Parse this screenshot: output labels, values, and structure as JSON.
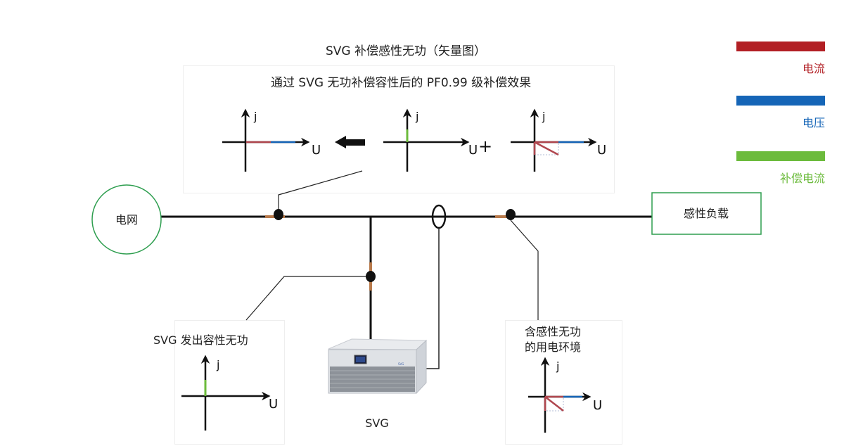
{
  "title": "SVG 补偿感性无功（矢量图）",
  "top_panel": {
    "caption": "通过 SVG 无功补偿容性后的 PF0.99 级补偿效果",
    "plus_sign": "+"
  },
  "axis_labels": {
    "imag": "j",
    "real": "U"
  },
  "legend": {
    "items": [
      {
        "label": "电流",
        "color": "#b21f24"
      },
      {
        "label": "电压",
        "color": "#1565b7"
      },
      {
        "label": "补偿电流",
        "color": "#6cbb3c"
      }
    ]
  },
  "nodes": {
    "grid": "电网",
    "load": "感性负载",
    "svg_device": "SVG"
  },
  "callouts": {
    "svg_output": "SVG 发出容性无功",
    "inductive_env_line1": "含感性无功",
    "inductive_env_line2": "的用电环境"
  },
  "colors": {
    "current": "#b21f24",
    "voltage": "#1565b7",
    "compensation": "#6cbb3c",
    "node_border": "#2e9e4f",
    "ct_tap": "#b87a4b",
    "vector_current_dark": "#b0474f"
  }
}
